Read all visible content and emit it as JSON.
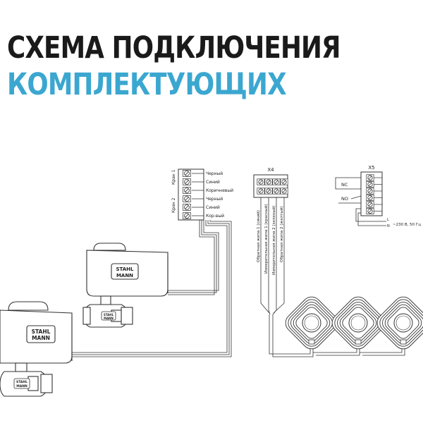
{
  "title": {
    "line1": "СХЕМА ПОДКЛЮЧЕНИЯ",
    "line2": "КОМПЛЕКТУЮЩИХ"
  },
  "valve_terminal": {
    "group1_label": "Кран 1",
    "group2_label": "Кран 2",
    "wires": [
      "Черный",
      "Синий",
      "Коричневый",
      "Черный",
      "Синий",
      "Кор-вый"
    ]
  },
  "x4": {
    "label": "X4",
    "wires": [
      "Обратная жила 1 (синий)",
      "Измерительная жила 1 (красный)",
      "Измерительная жила 2 (зеленый)",
      "Обратная жила 2 (желтый)"
    ]
  },
  "x5": {
    "label": "X5",
    "nc_label": "NC",
    "no_label": "NO",
    "l_label": "L",
    "n_label": "N",
    "power_label": "~230 В, 50 Гц"
  },
  "brand": {
    "line1": "STAHL",
    "line2": "MANN"
  },
  "colors": {
    "title_dark": "#1a1a1a",
    "title_accent": "#3ba7d0",
    "line": "#333333"
  }
}
